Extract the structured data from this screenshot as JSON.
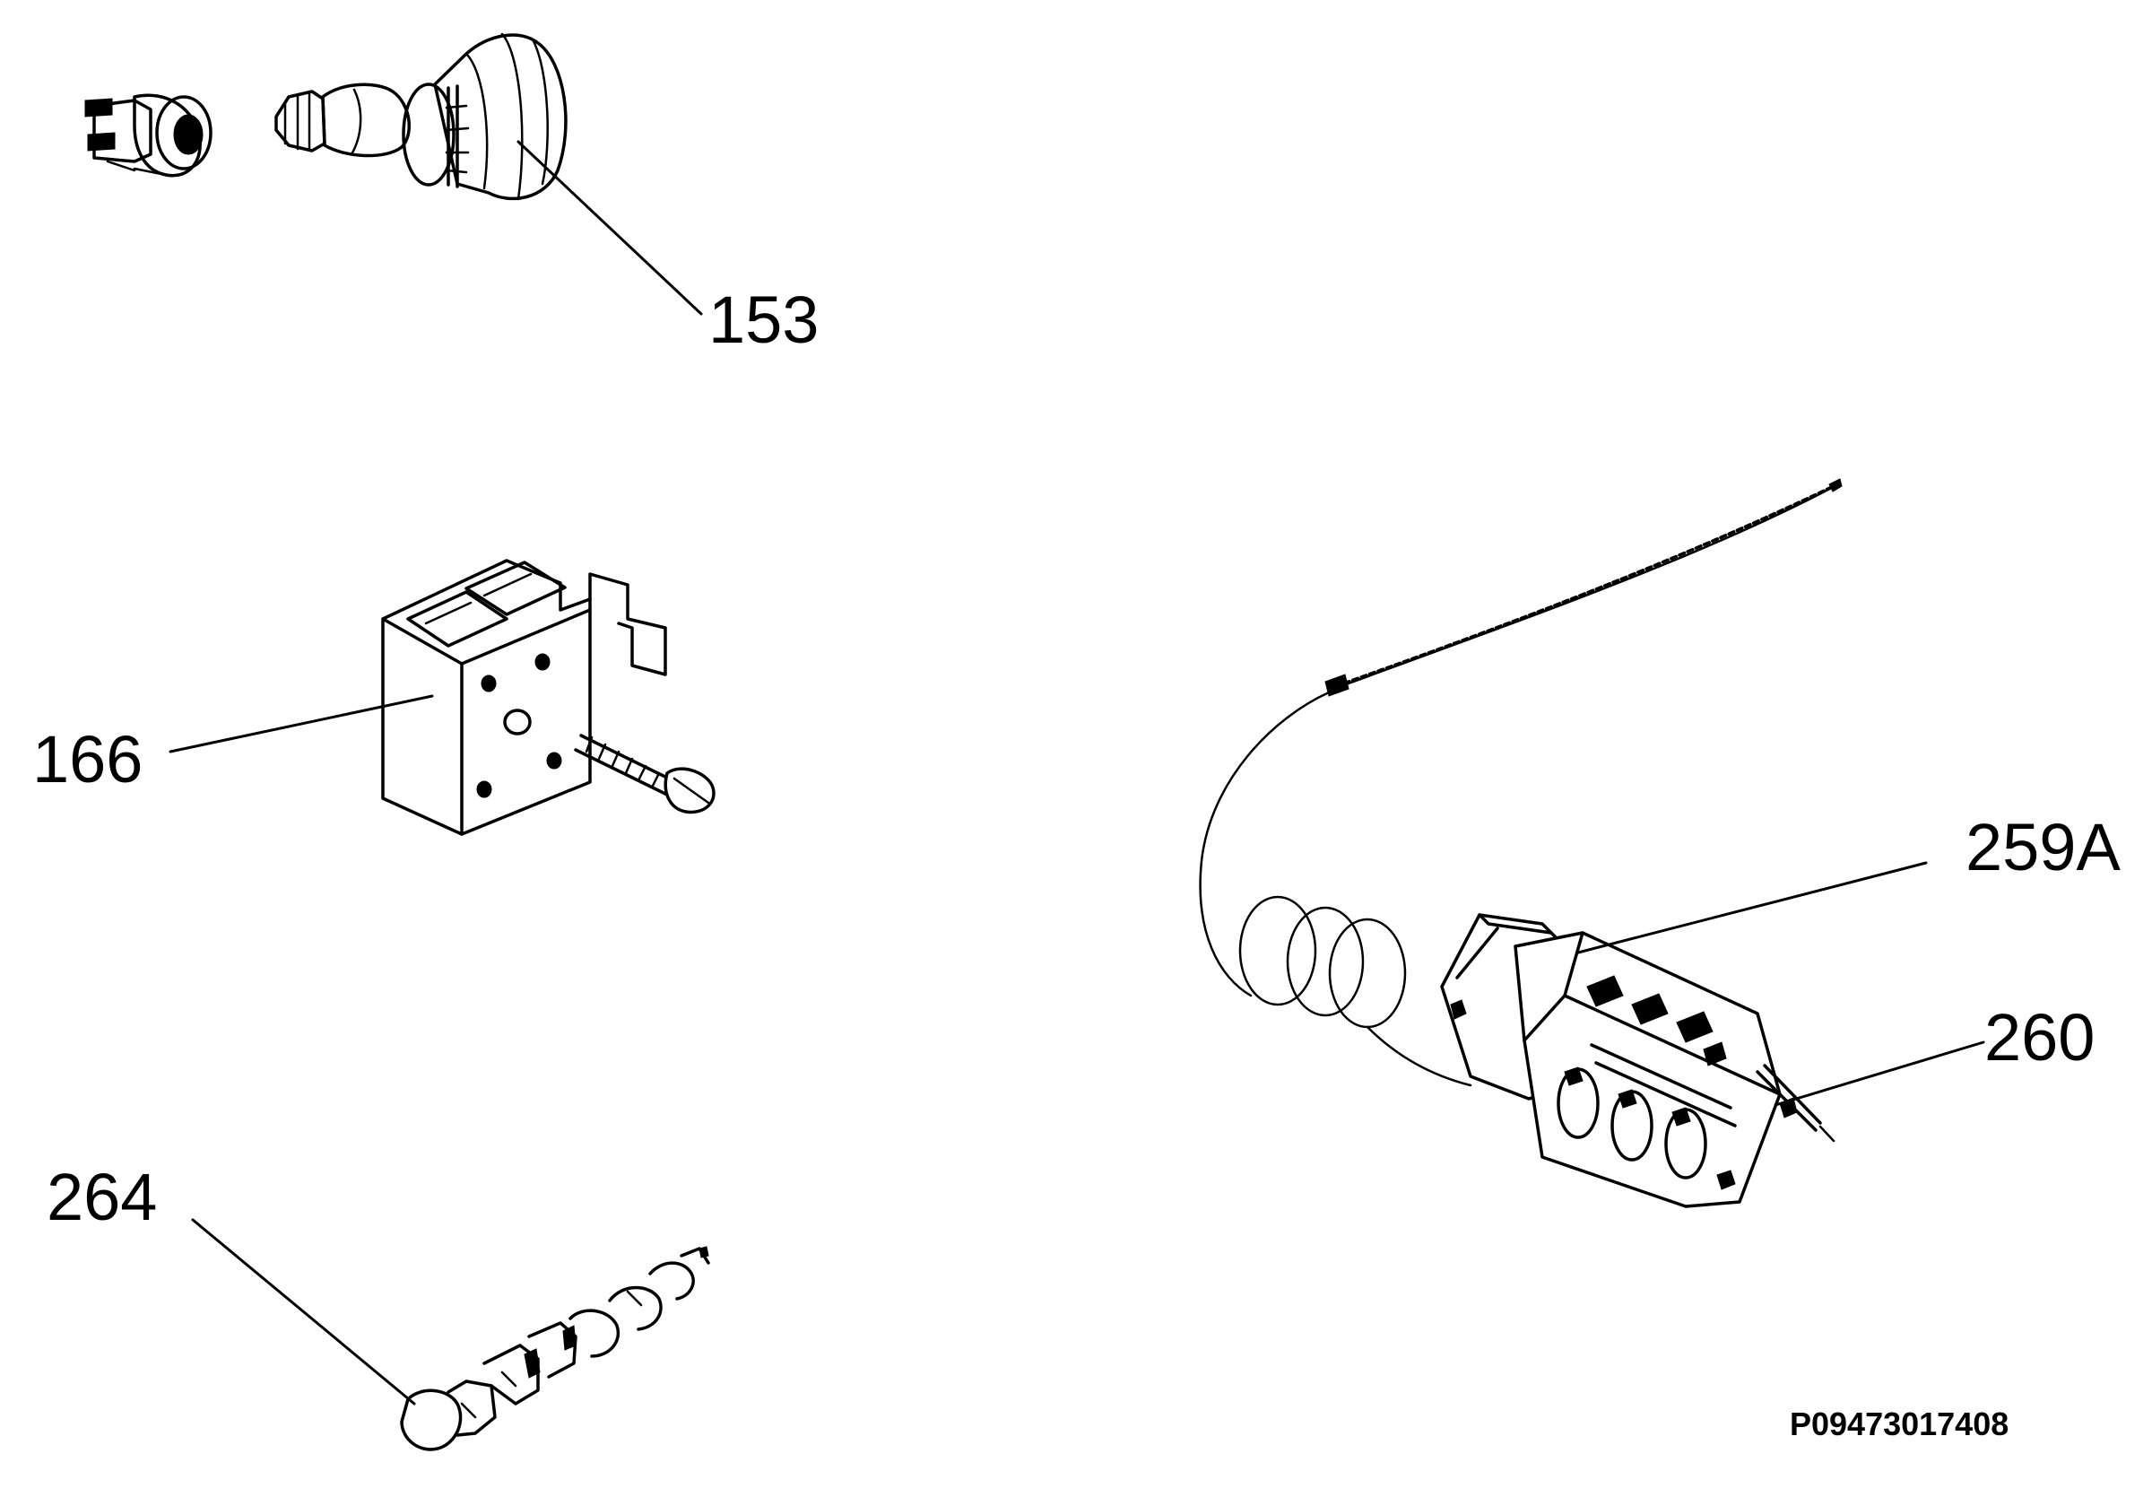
{
  "callouts": {
    "c153": "153",
    "c166": "166",
    "c264": "264",
    "c259a": "259A",
    "c260": "260"
  },
  "reference_code": "P09473017408"
}
